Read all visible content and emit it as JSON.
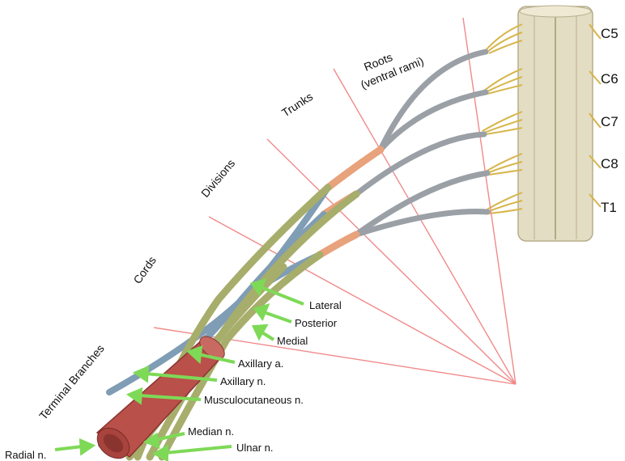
{
  "segments": {
    "roots": "Roots",
    "roots_sub": "(ventral rami)",
    "trunks": "Trunks",
    "divisions": "Divisions",
    "cords": "Cords",
    "terminal": "Terminal Branches"
  },
  "levels": [
    "C5",
    "C6",
    "C7",
    "C8",
    "T1"
  ],
  "labels": {
    "lateral": "Lateral",
    "posterior": "Posterior",
    "medial": "Medial",
    "axillary_a": "Axillary a.",
    "axillary_n": "Axillary n.",
    "musculocutaneous": "Musculocutaneous n.",
    "median": "Median n.",
    "ulnar": "Ulnar n.",
    "radial": "Radial n."
  },
  "colors": {
    "guide_line": "#f08a8a",
    "arrow": "#7ed957",
    "root_nerve": "#9aa0a6",
    "trunk_nerve": "#e8a27c",
    "cord_nerve": "#a7ad6b",
    "posterior_nerve": "#7f9db5",
    "artery": "#b9504a",
    "spinal_cord": "#e3ddc4"
  }
}
